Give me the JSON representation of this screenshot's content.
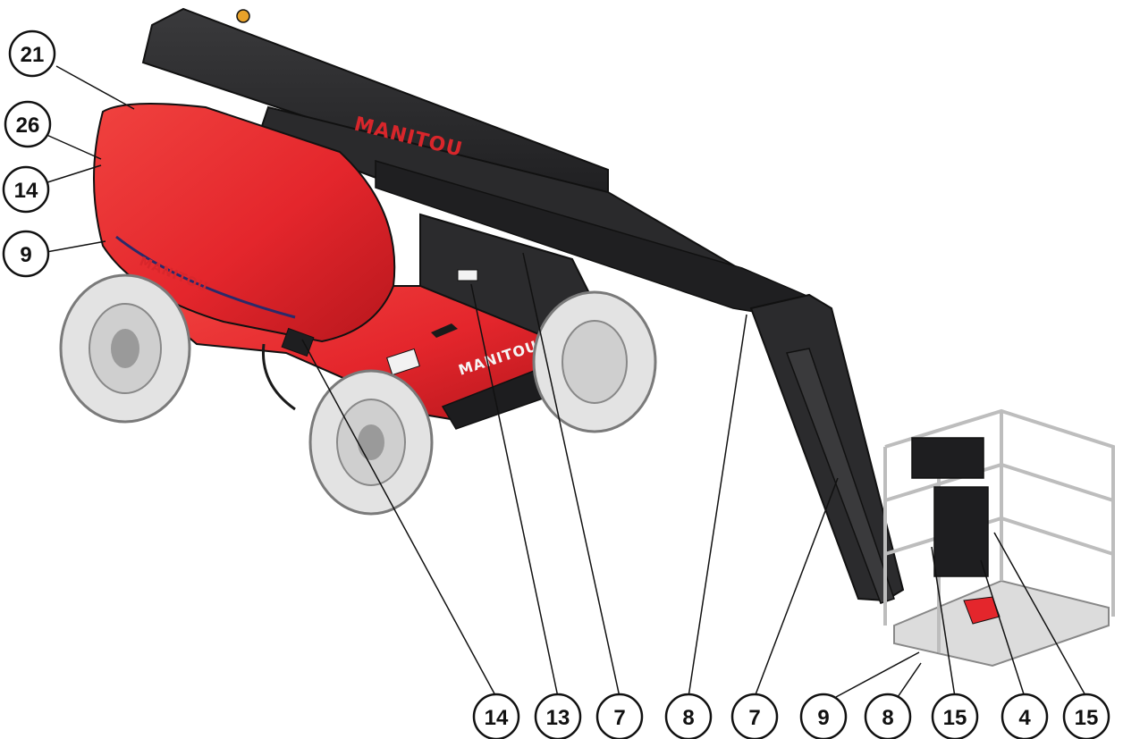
{
  "brand": {
    "name": "MANITOU",
    "colors": {
      "body_red": "#e4262c",
      "boom_black": "#2b2b2d",
      "tyre_grey": "#e3e3e3",
      "basket_silver": "#dcdcdc",
      "outline": "#1a1a1a"
    }
  },
  "callouts": {
    "c21": "21",
    "c26": "26",
    "c14a": "14",
    "c9a": "9",
    "c14b": "14",
    "c13": "13",
    "c7a": "7",
    "c8a": "8",
    "c7b": "7",
    "c9b": "9",
    "c8b": "8",
    "c15a": "15",
    "c4": "4",
    "c15b": "15"
  }
}
